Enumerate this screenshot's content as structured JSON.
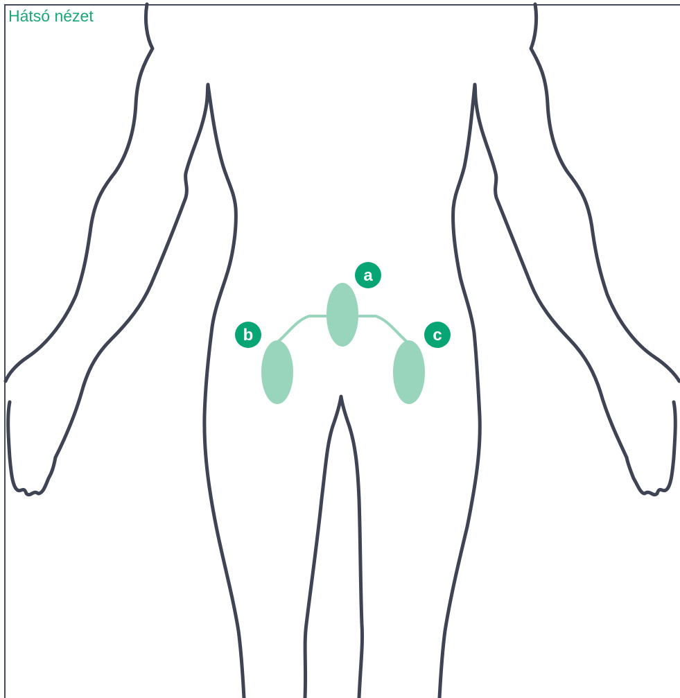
{
  "view_label": "Hátsó nézet",
  "sites": [
    {
      "label": "a"
    },
    {
      "label": "b"
    },
    {
      "label": "c"
    }
  ],
  "colors": {
    "label_text": "#1aa679",
    "outline": "#3f4455",
    "injection_site": "#99d4bc",
    "badge": "#07a474",
    "badge_text": "#ffffff"
  }
}
